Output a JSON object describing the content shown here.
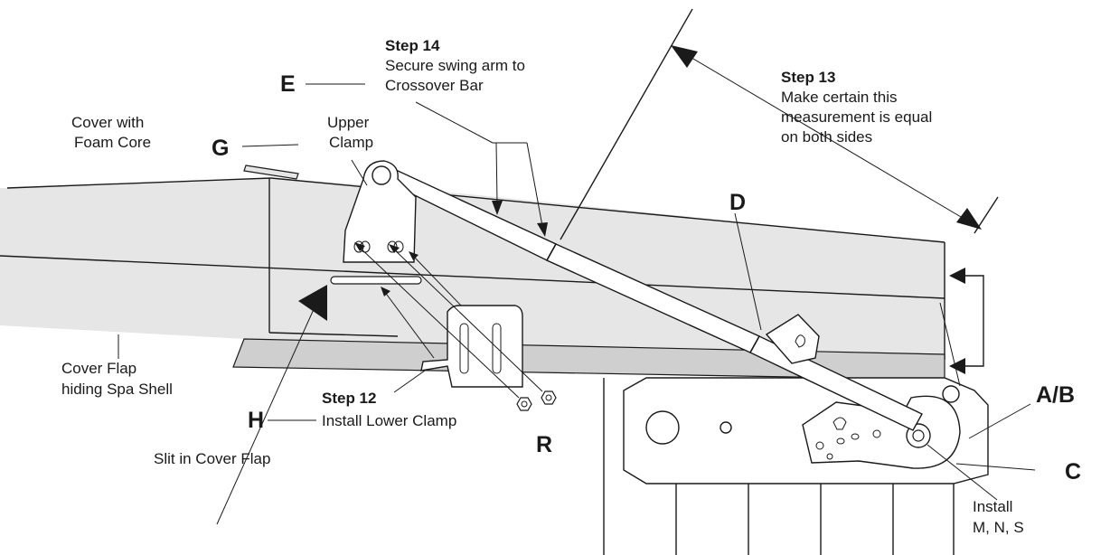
{
  "labels": {
    "step14_title": "Step 14",
    "step14_line1": "Secure swing arm to",
    "step14_line2": "Crossover Bar",
    "step13_title": "Step 13",
    "step13_line1": "Make certain this",
    "step13_line2": "measurement is equal",
    "step13_line3": "on both sides",
    "step12_title": "Step 12",
    "step12_line1": "Install Lower Clamp",
    "cover_line1": "Cover with",
    "cover_line2": "Foam Core",
    "upper_clamp_line1": "Upper",
    "upper_clamp_line2": "Clamp",
    "flap_line1": "Cover Flap",
    "flap_line2": "hiding Spa Shell",
    "slit": "Slit in Cover Flap",
    "install_line1": "Install",
    "install_line2": "M, N, S"
  },
  "letters": {
    "E": "E",
    "G": "G",
    "D": "D",
    "H": "H",
    "R": "R",
    "AB": "A/B",
    "C": "C"
  },
  "colors": {
    "cover_fill": "#e6e6e6",
    "flap_fill": "#cfcfcf",
    "line": "#1a1a1a",
    "background": "#ffffff"
  }
}
